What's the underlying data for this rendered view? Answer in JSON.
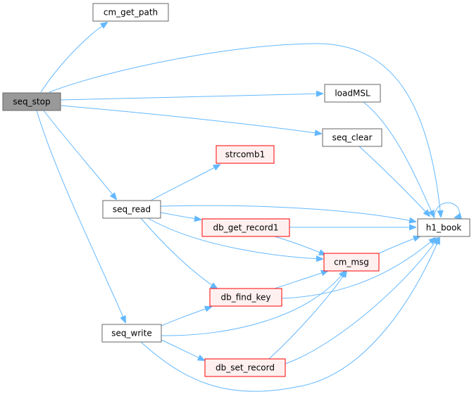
{
  "colors": {
    "edge": "#63b8ff",
    "node_border": "#666666",
    "node_fill": "#ffffff",
    "root_fill": "#999999",
    "root_border": "#666666",
    "link_fill": "#fff0f0",
    "link_border": "#ff0000"
  },
  "nodes": [
    {
      "id": "cm_get_path",
      "label": "cm_get_path",
      "style": "normal"
    },
    {
      "id": "seq_stop",
      "label": "seq_stop",
      "style": "root"
    },
    {
      "id": "loadMSL",
      "label": "loadMSL",
      "style": "normal"
    },
    {
      "id": "seq_clear",
      "label": "seq_clear",
      "style": "normal"
    },
    {
      "id": "strcomb1",
      "label": "strcomb1",
      "style": "red"
    },
    {
      "id": "seq_read",
      "label": "seq_read",
      "style": "normal"
    },
    {
      "id": "db_get_record1",
      "label": "db_get_record1",
      "style": "red"
    },
    {
      "id": "h1_book",
      "label": "h1_book",
      "style": "normal"
    },
    {
      "id": "cm_msg",
      "label": "cm_msg",
      "style": "red"
    },
    {
      "id": "db_find_key",
      "label": "db_find_key",
      "style": "red"
    },
    {
      "id": "seq_write",
      "label": "seq_write",
      "style": "normal"
    },
    {
      "id": "db_set_record",
      "label": "db_set_record",
      "style": "red"
    }
  ],
  "edges": [
    {
      "from": "seq_stop",
      "to": "cm_get_path"
    },
    {
      "from": "seq_stop",
      "to": "h1_book"
    },
    {
      "from": "seq_stop",
      "to": "loadMSL"
    },
    {
      "from": "seq_stop",
      "to": "seq_clear"
    },
    {
      "from": "seq_stop",
      "to": "seq_read"
    },
    {
      "from": "seq_stop",
      "to": "seq_write"
    },
    {
      "from": "loadMSL",
      "to": "h1_book"
    },
    {
      "from": "seq_clear",
      "to": "h1_book"
    },
    {
      "from": "h1_book",
      "to": "h1_book"
    },
    {
      "from": "seq_read",
      "to": "strcomb1"
    },
    {
      "from": "seq_read",
      "to": "h1_book"
    },
    {
      "from": "seq_read",
      "to": "db_get_record1"
    },
    {
      "from": "seq_read",
      "to": "cm_msg"
    },
    {
      "from": "seq_read",
      "to": "db_find_key"
    },
    {
      "from": "db_get_record1",
      "to": "h1_book"
    },
    {
      "from": "db_get_record1",
      "to": "cm_msg"
    },
    {
      "from": "cm_msg",
      "to": "h1_book"
    },
    {
      "from": "db_find_key",
      "to": "cm_msg"
    },
    {
      "from": "db_find_key",
      "to": "h1_book"
    },
    {
      "from": "seq_write",
      "to": "db_find_key"
    },
    {
      "from": "seq_write",
      "to": "cm_msg"
    },
    {
      "from": "seq_write",
      "to": "db_set_record"
    },
    {
      "from": "seq_write",
      "to": "h1_book"
    },
    {
      "from": "db_set_record",
      "to": "cm_msg"
    },
    {
      "from": "db_set_record",
      "to": "h1_book"
    }
  ]
}
